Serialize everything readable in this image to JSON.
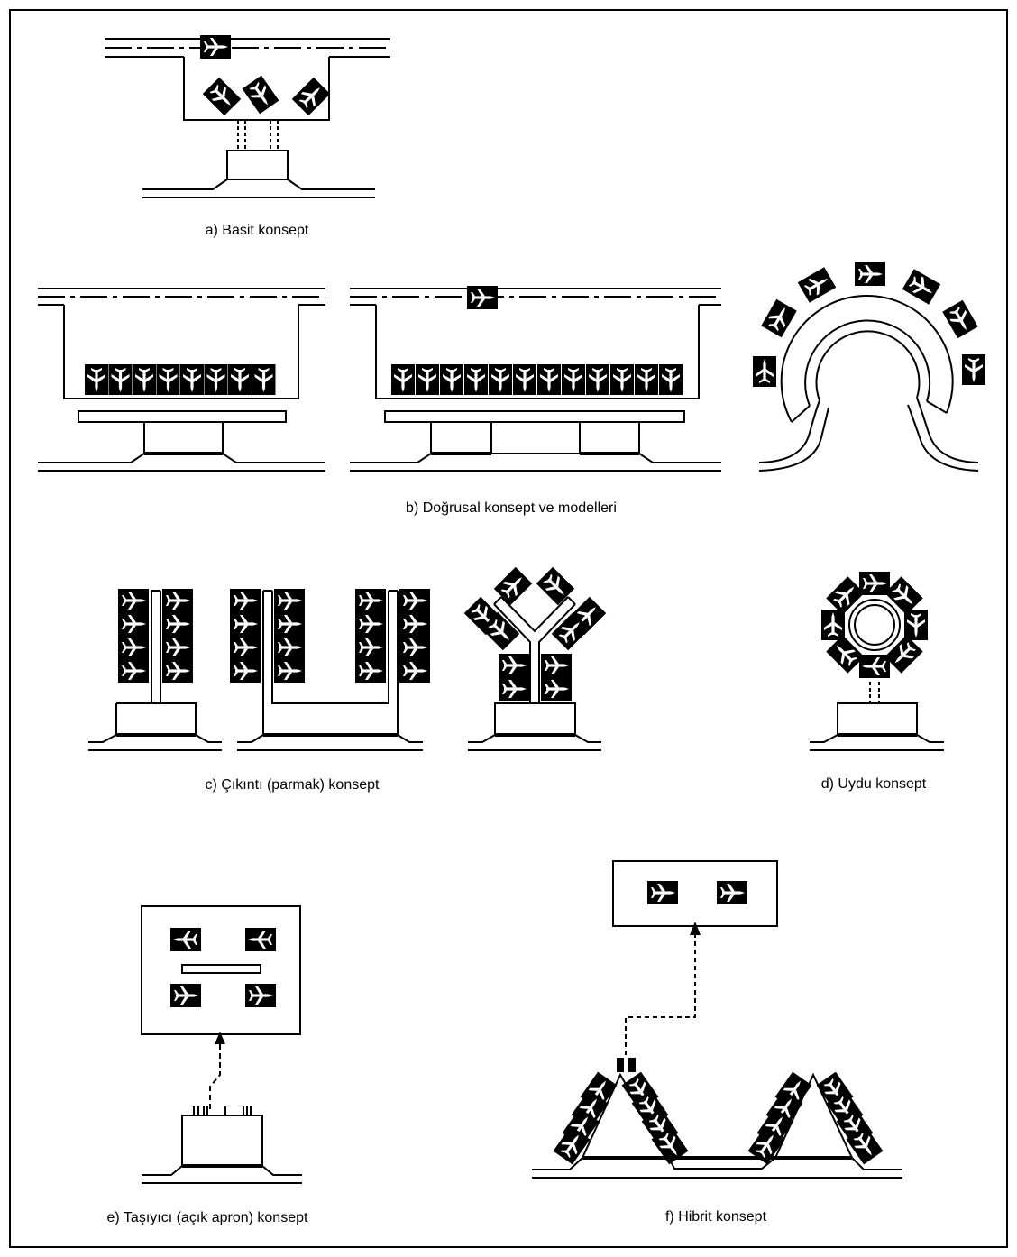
{
  "figure": {
    "panels": [
      {
        "id": "a",
        "caption": "a) Basit konsept"
      },
      {
        "id": "b",
        "caption": "b) Doğrusal konsept ve modelleri"
      },
      {
        "id": "c",
        "caption": "c) Çıkıntı (parmak) konsept"
      },
      {
        "id": "d",
        "caption": "d) Uydu konsept"
      },
      {
        "id": "e",
        "caption": "e) Taşıyıcı (açık apron) konsept"
      },
      {
        "id": "f",
        "caption": "f) Hibrit konsept"
      }
    ]
  },
  "icons": {
    "aircraft": "aircraft-icon"
  },
  "colors": {
    "ink": "#000000",
    "paper": "#ffffff"
  }
}
